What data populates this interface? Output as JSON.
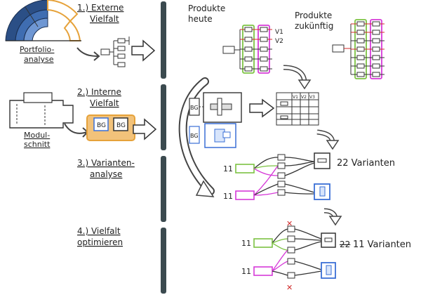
{
  "steps": [
    {
      "line1": "1.) Externe",
      "line2": "Vielfalt"
    },
    {
      "line1": "2.) Interne",
      "line2": "Vielfalt"
    },
    {
      "line1": "3.) Varianten-",
      "line2": "analyse"
    },
    {
      "line1": "4.) Vielfalt",
      "line2": "optimieren"
    }
  ],
  "left": {
    "portfolio_l1": "Portfolio-",
    "portfolio_l2": "analyse",
    "modul_l1": "Modul-",
    "modul_l2": "schnitt",
    "bg_tag": "BG"
  },
  "right": {
    "today_l1": "Produkte",
    "today_l2": "heute",
    "future_l1": "Produkte",
    "future_l2": "zukünftig",
    "v1": "V1",
    "v2": "V2",
    "matrix_headers": [
      "V1",
      "V2",
      "V3"
    ],
    "bg_tag": "BG",
    "count_green": "11",
    "count_magenta": "11",
    "variants_before": "22 Varianten",
    "crossed_count": "22",
    "variants_after": "11 Varianten"
  },
  "colors": {
    "green": "#7cc242",
    "magenta": "#d63ad8",
    "blue": "#3a6fd6",
    "navy": "#1f3f73",
    "orange": "#e6a23a",
    "dark_bar": "#3b4a4f",
    "red": "#d02a2a"
  }
}
